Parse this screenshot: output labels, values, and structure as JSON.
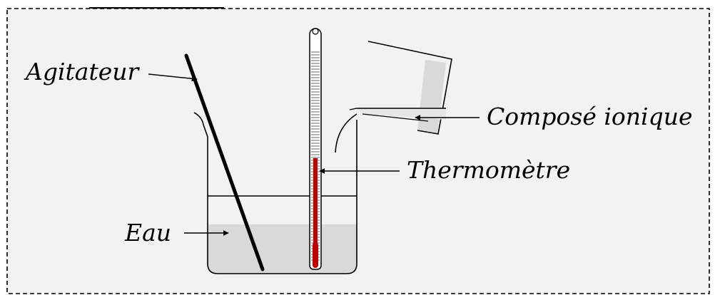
{
  "labels": {
    "stirrer": "Agitateur",
    "compound": "Composé ionique",
    "thermometer": "Thermomètre",
    "water": "Eau"
  },
  "colors": {
    "frame_background": "#f2f2f2",
    "frame_border": "#000000",
    "liquid": "#d9d9d9",
    "mercury": "#c00000"
  }
}
